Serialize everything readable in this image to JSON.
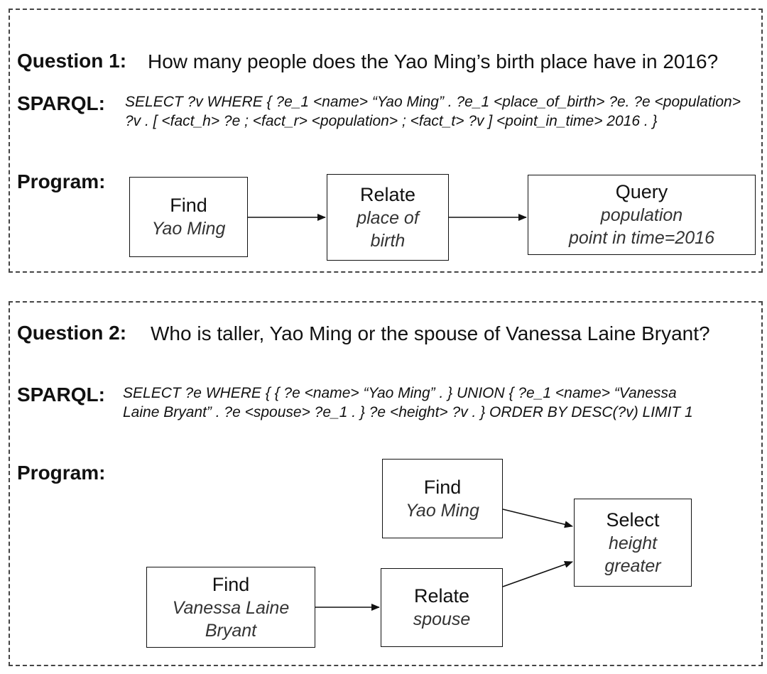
{
  "q1": {
    "label": "Question 1:",
    "text": "How many people does the Yao Ming’s birth place have in 2016?",
    "sparql_label": "SPARQL:",
    "sparql": "SELECT ?v WHERE { ?e_1 <name> “Yao Ming” . ?e_1 <place_of_birth> ?e. ?e <population> ?v . [ <fact_h> ?e ; <fact_r> <population> ; <fact_t> ?v ] <point_in_time> 2016 . }",
    "program_label": "Program:",
    "boxes": [
      {
        "op": "Find",
        "arg": "Yao Ming"
      },
      {
        "op": "Relate",
        "arg": "place of birth"
      },
      {
        "op": "Query",
        "arg": "population",
        "arg2": "point in time=2016"
      }
    ]
  },
  "q2": {
    "label": "Question 2:",
    "text": "Who is taller, Yao Ming or the spouse of Vanessa Laine Bryant?",
    "sparql_label": "SPARQL:",
    "sparql": "SELECT ?e WHERE { { ?e <name> “Yao Ming” .  } UNION { ?e_1 <name> “Vanessa Laine Bryant” . ?e <spouse> ?e_1 .  } ?e <height> ?v .  } ORDER BY DESC(?v) LIMIT 1",
    "program_label": "Program:",
    "boxes": [
      {
        "op": "Find",
        "arg": "Yao Ming"
      },
      {
        "op": "Select",
        "arg": "height",
        "arg2": "greater"
      },
      {
        "op": "Find",
        "arg": "Vanessa Laine Bryant"
      },
      {
        "op": "Relate",
        "arg": "spouse"
      }
    ]
  }
}
